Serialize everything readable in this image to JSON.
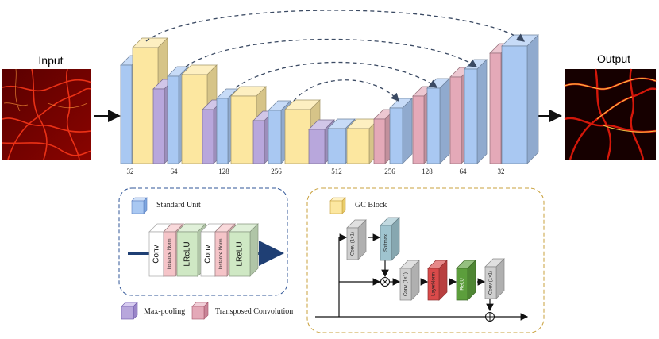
{
  "titles": {
    "input": "Input",
    "output": "Output"
  },
  "channels": [
    "32",
    "64",
    "128",
    "256",
    "512",
    "256",
    "128",
    "64",
    "32"
  ],
  "legend": {
    "standard_unit": "Standard Unit",
    "gc_block": "GC Block",
    "max_pooling": "Max-pooling",
    "transposed_conv": "Transposed Convolution"
  },
  "standard_unit_layers": [
    "Conv",
    "Instance Norm",
    "LReLU",
    "Conv",
    "Instance Norm",
    "LReLU"
  ],
  "gc_block_layers": {
    "conv_a": "Conv (1×1)",
    "softmax": "Softmax",
    "conv_b": "Conv (1×1)",
    "layernorm": "LayerNorm",
    "relu": "ReLU",
    "conv_c": "Conv (1×1)"
  },
  "colors": {
    "standard": "#a9c8f2",
    "gc": "#fce7a0",
    "maxpool": "#b8a7dc",
    "transposed": "#e4a9b8",
    "instance_norm": "#f5c4c8",
    "lrelu": "#cfe8c4",
    "softmax": "#9fc4cf",
    "layernorm": "#d94a4a",
    "relu_gc": "#5c9e3c",
    "conv_gray": "#cfcfcf",
    "dashed_box_blue": "#2f5597",
    "dashed_box_orange": "#c9a13c"
  }
}
